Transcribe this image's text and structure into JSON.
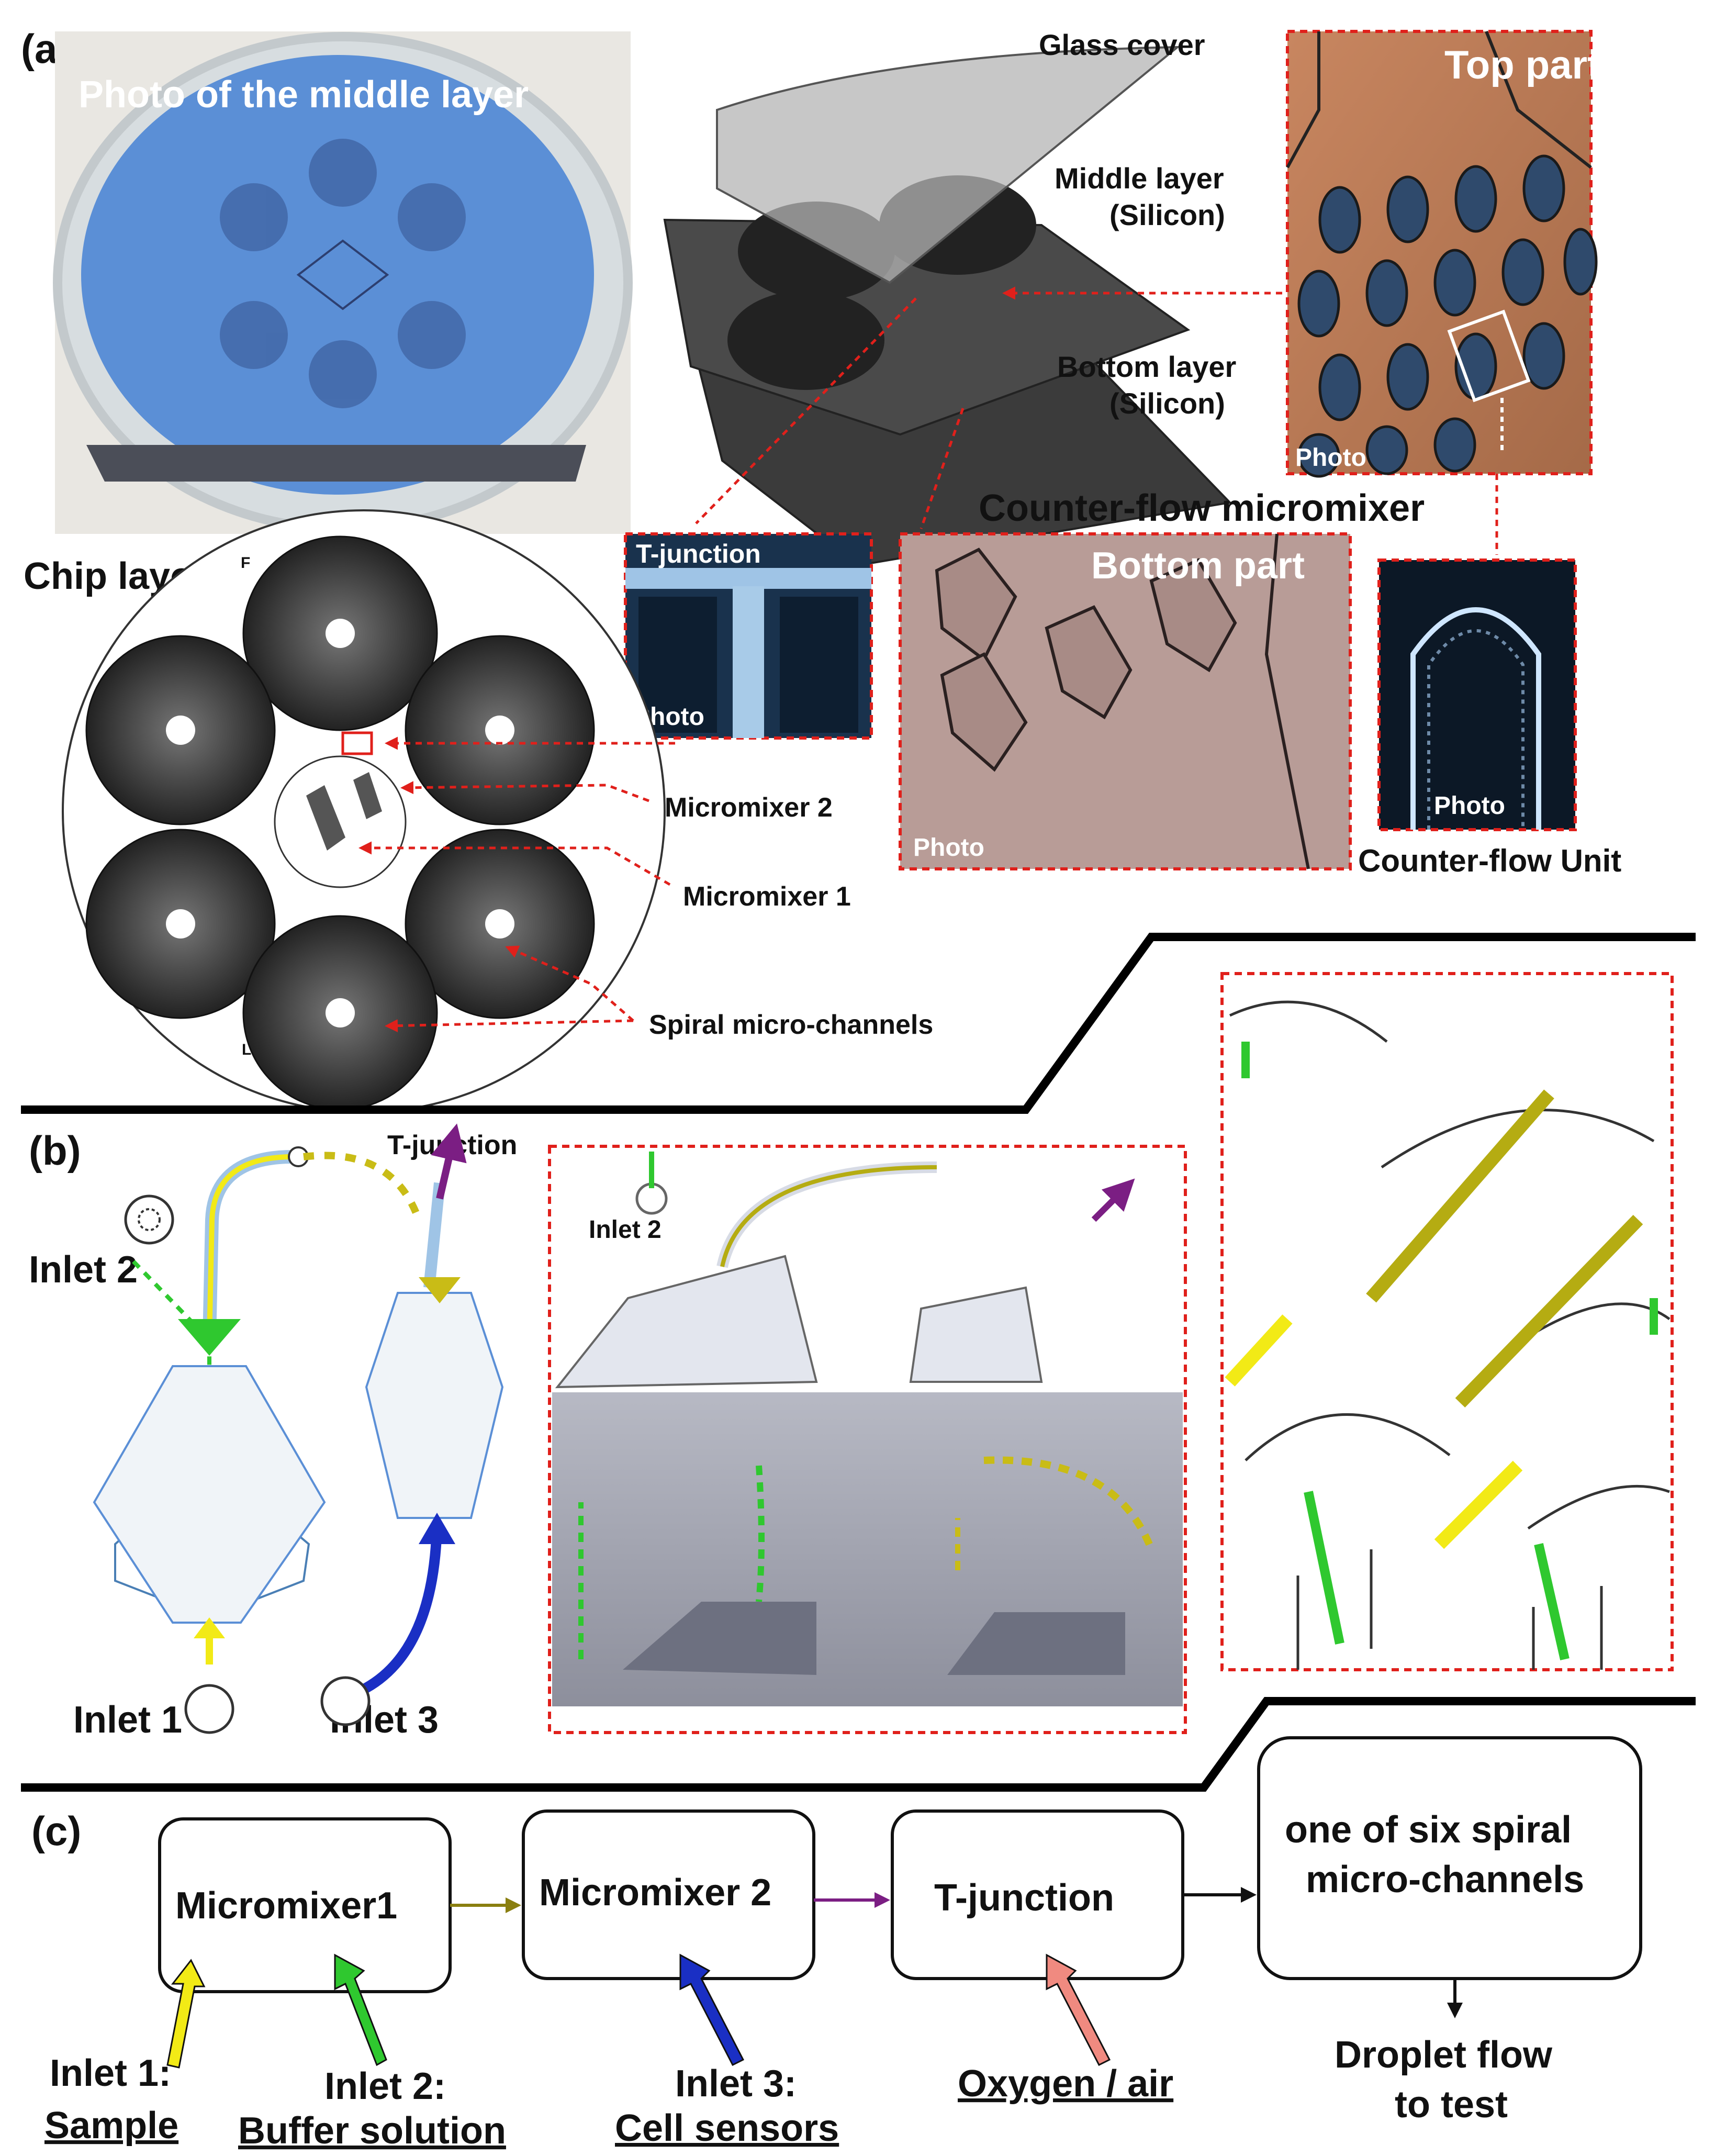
{
  "panel_a": {
    "label": "(a)",
    "photo_title": "Photo of the middle layer",
    "layers": {
      "glass": "Glass cover",
      "middle_1": "Middle layer",
      "middle_2": "(Silicon)",
      "bottom_1": "Bottom  layer",
      "bottom_2": "(Silicon)"
    },
    "top_part": "Top  part",
    "photo_word": "Photo",
    "counter_flow_micromixer": "Counter-flow micromixer",
    "t_junction": "T-junction",
    "bottom_part": "Bottom part",
    "counter_flow_unit": "Counter-flow Unit",
    "chip_layout": "Chip layout",
    "chip_marks": {
      "top": "F",
      "bottom": "L"
    },
    "callouts": {
      "micromixer2": "Micromixer 2",
      "micromixer1": "Micromixer 1",
      "spiral": "Spiral micro-channels"
    }
  },
  "panel_b": {
    "label": "(b)",
    "t_junction": "T-junction",
    "inlet2": "Inlet 2",
    "inlet1": "Inlet 1",
    "inlet3": "Inlet 3",
    "render_inlet2": "Inlet 2"
  },
  "panel_c": {
    "label": "(c)",
    "boxes": {
      "mm1": "Micromixer1",
      "mm2": "Micromixer 2",
      "tj": "T-junction",
      "spiral_1": "one of six spiral",
      "spiral_2": "micro-channels"
    },
    "inputs": {
      "in1_a": "Inlet 1:",
      "in1_b": "Sample",
      "in2_a": "Inlet 2:",
      "in2_b": "Buffer solution",
      "in3_a": "Inlet 3:",
      "in3_b": "Cell sensors",
      "oxy": "Oxygen / air"
    },
    "output_1": "Droplet flow",
    "output_2": "to test"
  },
  "colors": {
    "callout_red": "#e0201b",
    "arrow_yellow": "#f2ea16",
    "arrow_green": "#2fc82f",
    "arrow_blue": "#1a2fc4",
    "arrow_purple": "#7b1e83",
    "arrow_olive": "#b5ac12",
    "arrow_pink": "#f08a80",
    "wafer_blue": "#5b8fd6",
    "photo_copper": "#b4734c",
    "photo_mauve": "#b89c97"
  }
}
